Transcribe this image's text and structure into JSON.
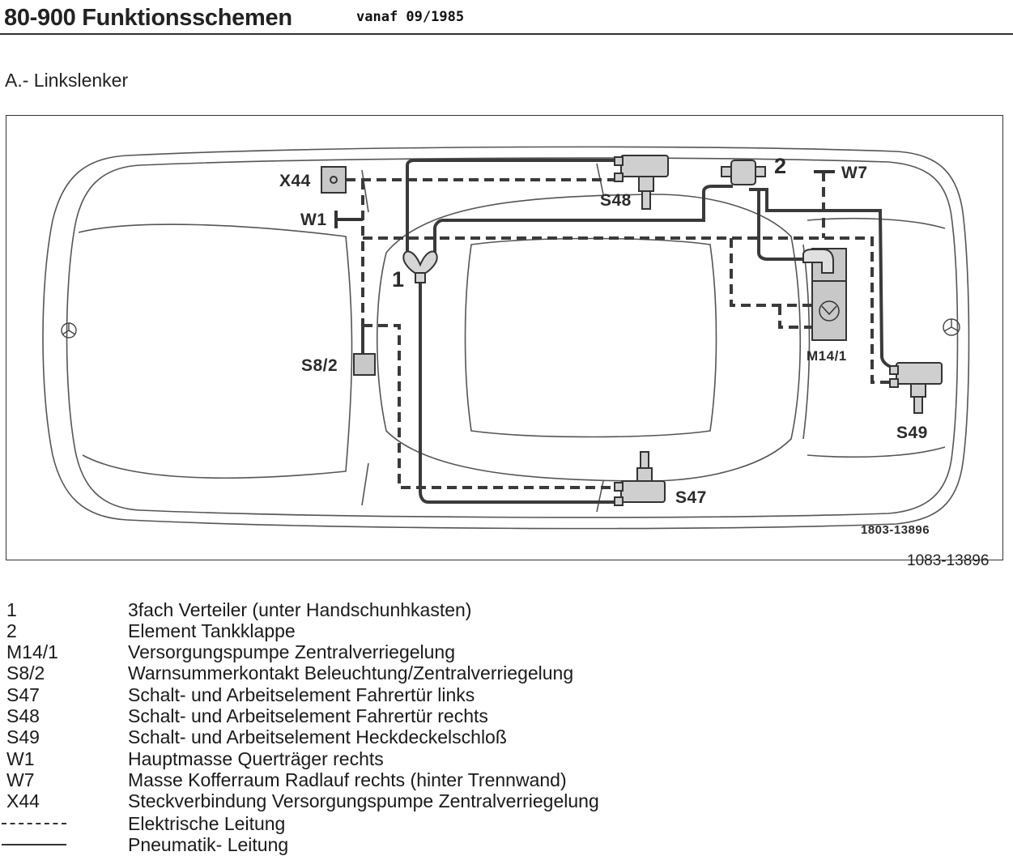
{
  "header": {
    "title": "80-900 Funktionsschemen",
    "stamp": "vanaf 09/1985"
  },
  "section": {
    "title": "A.- Linkslenker"
  },
  "diagram": {
    "labels": {
      "x44": "X44",
      "w1": "W1",
      "s48": "S48",
      "two": "2",
      "w7": "W7",
      "one": "1",
      "s8_2": "S8/2",
      "m14_1": "M14/1",
      "s49": "S49",
      "s47": "S47"
    },
    "inner_ref": "1803-13896",
    "line_color": "#3a3a3a",
    "component_fill": "#c8c8c8"
  },
  "figure_ref": "1083-13896",
  "legend": {
    "items": [
      {
        "code": "1",
        "desc": "3fach Verteiler (unter Handschunhkasten)"
      },
      {
        "code": "2",
        "desc": "Element Tankklappe"
      },
      {
        "code": "M14/1",
        "desc": "Versorgungspumpe Zentralverriegelung"
      },
      {
        "code": "S8/2",
        "desc": "Warnsummerkontakt Beleuchtung/Zentralverriegelung"
      },
      {
        "code": "S47",
        "desc": "Schalt- und Arbeitselement Fahrertür links"
      },
      {
        "code": "S48",
        "desc": "Schalt- und Arbeitselement Fahrertür rechts"
      },
      {
        "code": "S49",
        "desc": "Schalt- und Arbeitselement Heckdeckelschloß"
      },
      {
        "code": "W1",
        "desc": "Hauptmasse Querträger rechts"
      },
      {
        "code": "W7",
        "desc": "Masse Kofferraum Radlauf rechts (hinter Trennwand)"
      },
      {
        "code": "X44",
        "desc": "Steckverbindung Versorgungspumpe Zentralverriegelung"
      }
    ],
    "line_types": [
      {
        "style": "dashed",
        "desc": "Elektrische Leitung"
      },
      {
        "style": "solid",
        "desc": "Pneumatik- Leitung"
      }
    ]
  }
}
